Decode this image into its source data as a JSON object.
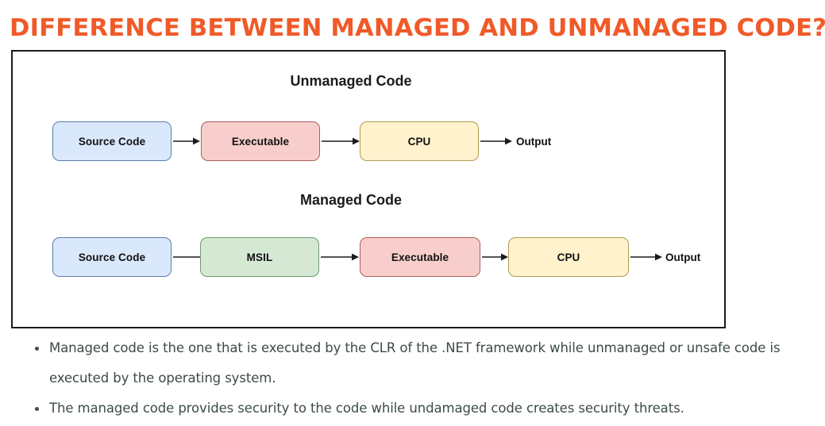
{
  "page": {
    "title": "DIFFERENCE BETWEEN MANAGED AND UNMANAGED CODE?",
    "title_color": "#f05a28",
    "background": "#ffffff"
  },
  "diagram": {
    "frame_border_color": "#1a1a1a",
    "palette": {
      "blue_fill": "#dae8fc",
      "blue_stroke": "#5b7ea8",
      "pink_fill": "#f8cecc",
      "pink_stroke": "#a8605e",
      "green_fill": "#d5e8d4",
      "green_stroke": "#6f9b6d",
      "yellow_fill": "#fff2cc",
      "yellow_stroke": "#b09a55",
      "arrow_color": "#1a1a1a"
    },
    "flows": [
      {
        "heading": "Unmanaged Code",
        "nodes": [
          {
            "label": "Source Code",
            "color": "blue"
          },
          {
            "label": "Executable",
            "color": "pink"
          },
          {
            "label": "CPU",
            "color": "yellow"
          }
        ],
        "terminal_label": "Output"
      },
      {
        "heading": "Managed Code",
        "nodes": [
          {
            "label": "Source Code",
            "color": "blue"
          },
          {
            "label": "MSIL",
            "color": "green"
          },
          {
            "label": "Executable",
            "color": "pink"
          },
          {
            "label": "CPU",
            "color": "yellow"
          }
        ],
        "terminal_label": "Output"
      }
    ]
  },
  "notes": {
    "text_color": "#3d4a4a",
    "bullets": [
      "Managed code is the one that is executed by the CLR of the .NET framework while unmanaged or unsafe code is executed by the operating system.",
      "The managed code provides security to the code while undamaged code creates security threats."
    ]
  }
}
